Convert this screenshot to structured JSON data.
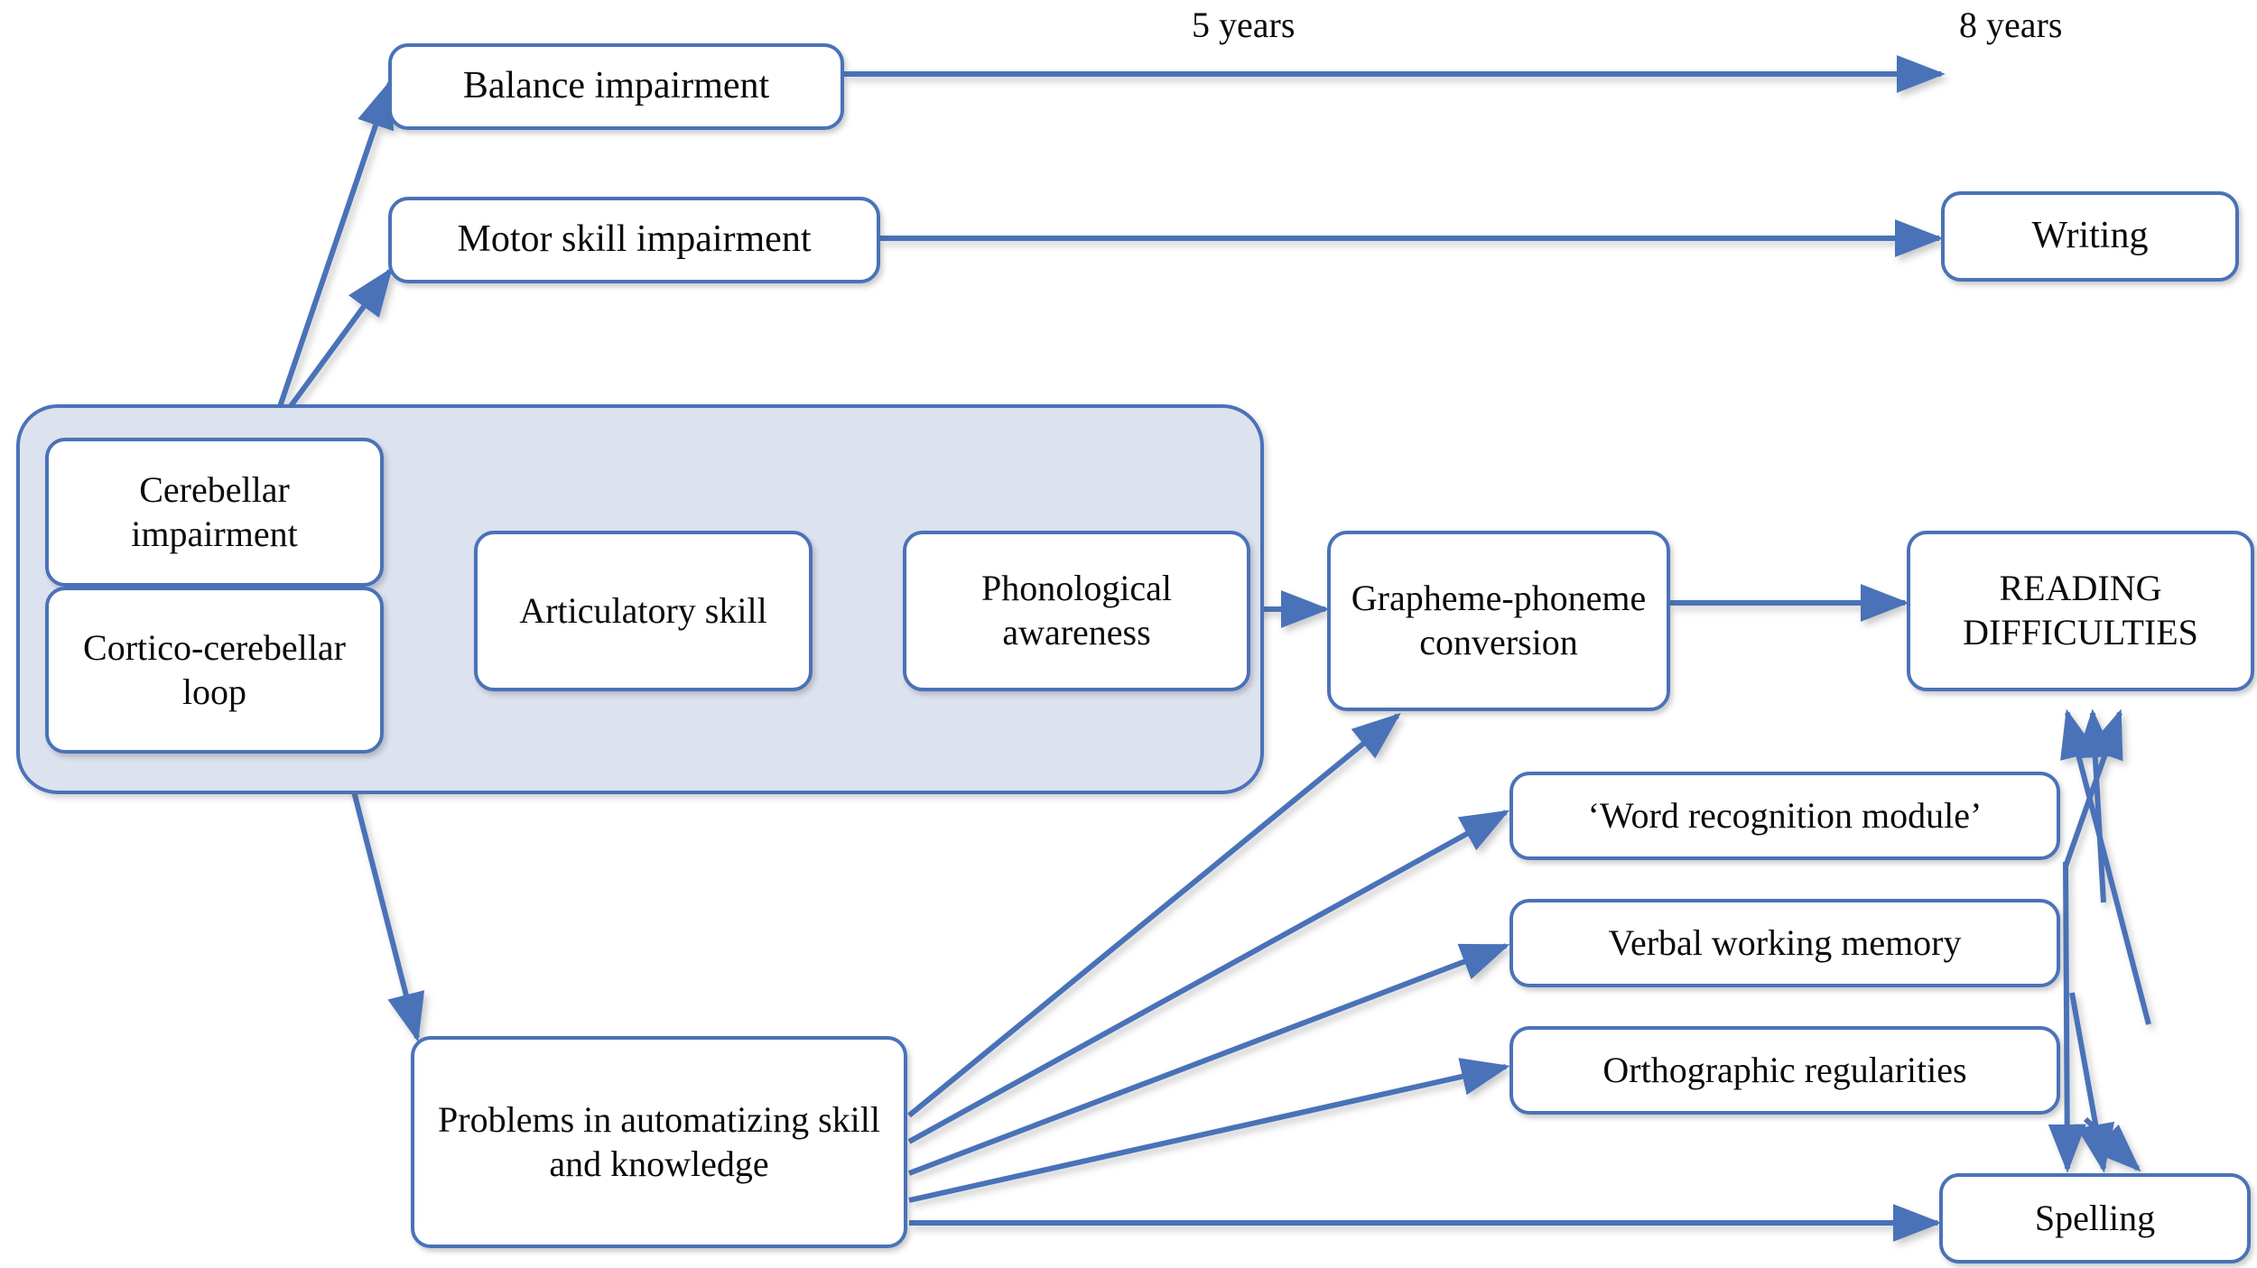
{
  "diagram": {
    "title": "Cerebellar deficit / reading difficulties causal model",
    "colors": {
      "border": "#4a72b8",
      "group_fill": "#dde2ef",
      "arrow": "#4a72b8",
      "node_fill": "#ffffff",
      "text": "#0b0b0b"
    },
    "timeline_labels": [
      {
        "id": "five-years",
        "text": "5 years"
      },
      {
        "id": "eight-years",
        "text": "8 years"
      }
    ],
    "group": {
      "id": "cerebellar-group",
      "label": ""
    },
    "nodes": [
      {
        "id": "balance",
        "label": "Balance impairment"
      },
      {
        "id": "motor",
        "label": "Motor skill impairment"
      },
      {
        "id": "writing",
        "label": "Writing"
      },
      {
        "id": "cerebellar",
        "label": "Cerebellar impairment"
      },
      {
        "id": "cortico",
        "label": "Cortico-cerebellar loop"
      },
      {
        "id": "articulatory",
        "label": "Articulatory skill"
      },
      {
        "id": "phonological",
        "label": "Phonological awareness"
      },
      {
        "id": "grapheme",
        "label": "Grapheme-phoneme conversion"
      },
      {
        "id": "reading",
        "label": "READING DIFFICULTIES"
      },
      {
        "id": "wordrec",
        "label": "‘Word recognition module’"
      },
      {
        "id": "vwm",
        "label": "Verbal working memory"
      },
      {
        "id": "ortho",
        "label": "Orthographic regularities"
      },
      {
        "id": "spelling",
        "label": "Spelling"
      },
      {
        "id": "problems",
        "label": "Problems in automatizing skill and knowledge"
      }
    ],
    "edges": [
      {
        "from": "cerebellar",
        "to": "balance"
      },
      {
        "from": "cerebellar",
        "to": "motor"
      },
      {
        "from": "balance",
        "to": "eight-years-endpoint"
      },
      {
        "from": "motor",
        "to": "writing"
      },
      {
        "from": "cerebellar",
        "to": "articulatory"
      },
      {
        "from": "articulatory",
        "to": "phonological"
      },
      {
        "from": "phonological",
        "to": "grapheme"
      },
      {
        "from": "grapheme",
        "to": "reading"
      },
      {
        "from": "cortico",
        "to": "problems"
      },
      {
        "from": "problems",
        "to": "grapheme"
      },
      {
        "from": "problems",
        "to": "wordrec"
      },
      {
        "from": "problems",
        "to": "vwm"
      },
      {
        "from": "problems",
        "to": "ortho"
      },
      {
        "from": "problems",
        "to": "spelling"
      },
      {
        "from": "wordrec",
        "to": "reading"
      },
      {
        "from": "vwm",
        "to": "reading"
      },
      {
        "from": "ortho",
        "to": "reading"
      },
      {
        "from": "wordrec",
        "to": "spelling"
      },
      {
        "from": "vwm",
        "to": "spelling"
      },
      {
        "from": "ortho",
        "to": "spelling"
      }
    ]
  }
}
